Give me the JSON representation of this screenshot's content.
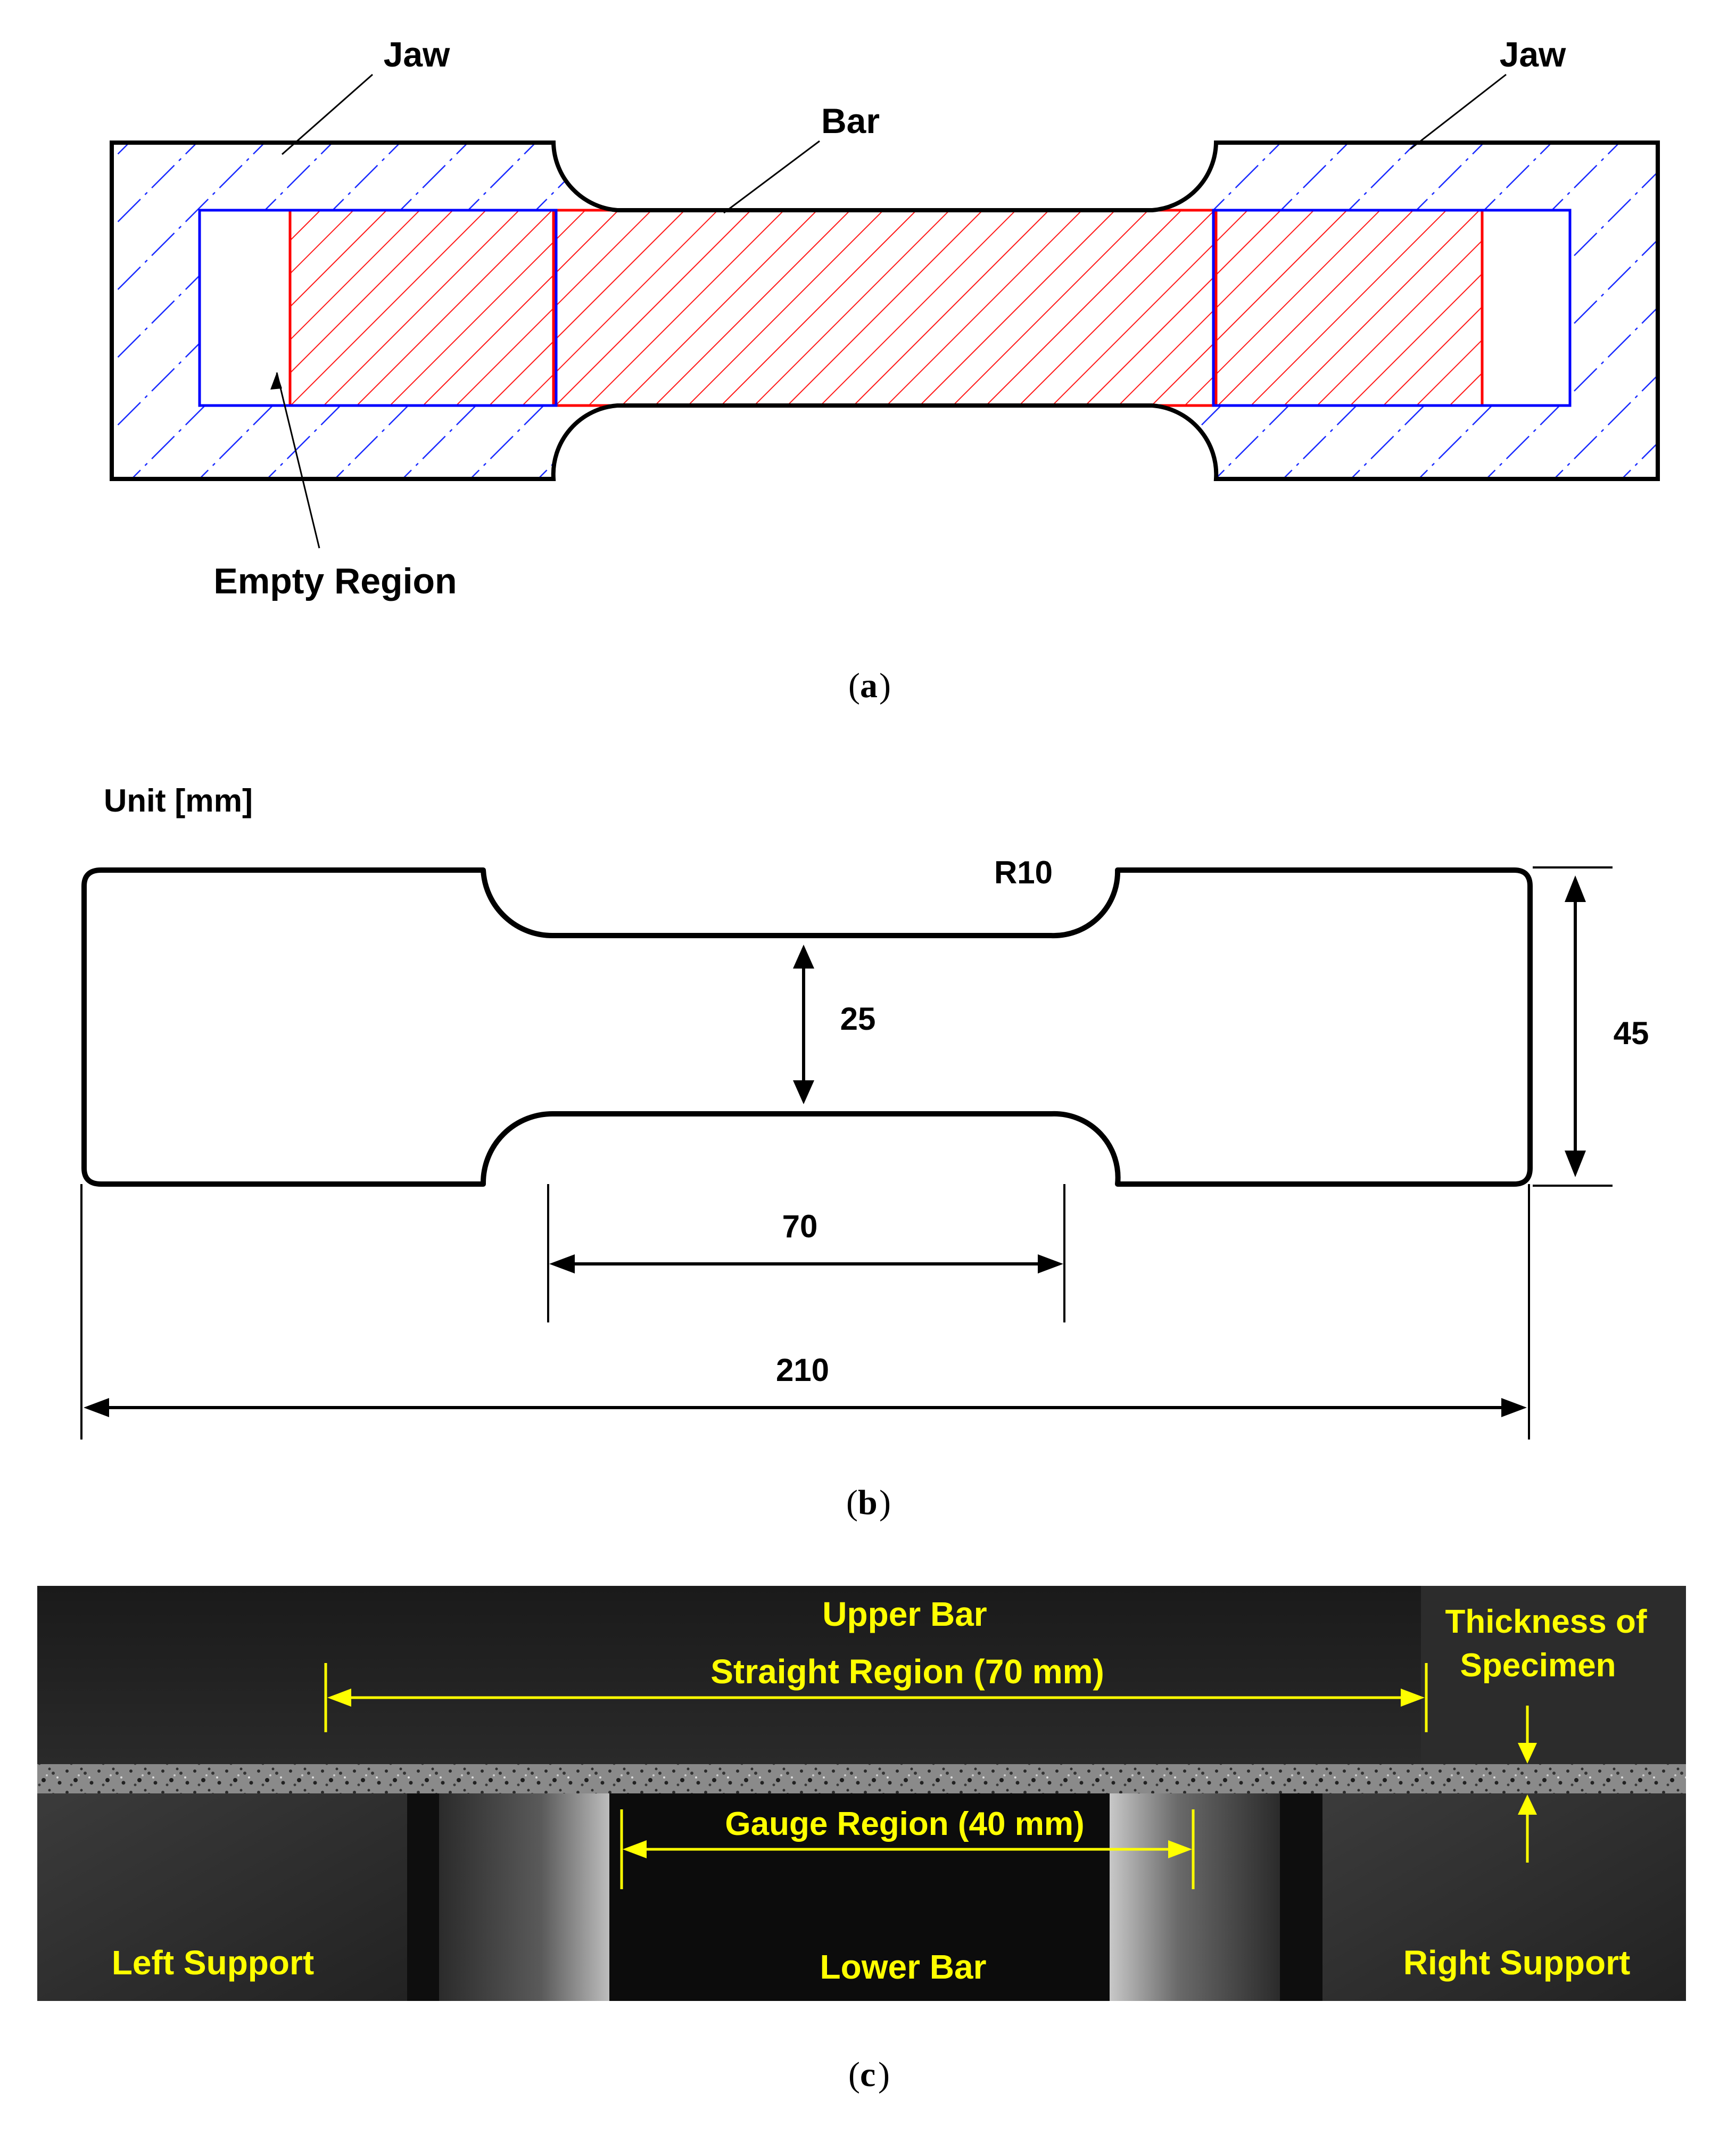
{
  "panel_a": {
    "jaw_left_label": "Jaw",
    "jaw_right_label": "Jaw",
    "bar_label": "Bar",
    "empty_label": "Empty Region",
    "caption": "a",
    "jaw_color": "#0000ff",
    "bar_color": "#ff0000"
  },
  "panel_b": {
    "unit_label": "Unit [mm]",
    "radius_label": "R10",
    "width_label": "25",
    "height_label": "45",
    "gauge_label": "70",
    "length_label": "210",
    "caption": "b"
  },
  "panel_c": {
    "upper_bar": "Upper Bar",
    "straight_region": "Straight Region (70 mm)",
    "thickness_line1": "Thickness of",
    "thickness_line2": "Specimen",
    "gauge_region": "Gauge Region (40 mm)",
    "left_support": "Left Support",
    "lower_bar": "Lower Bar",
    "right_support": "Right Support",
    "caption": "c",
    "label_color": "#ffff00"
  }
}
